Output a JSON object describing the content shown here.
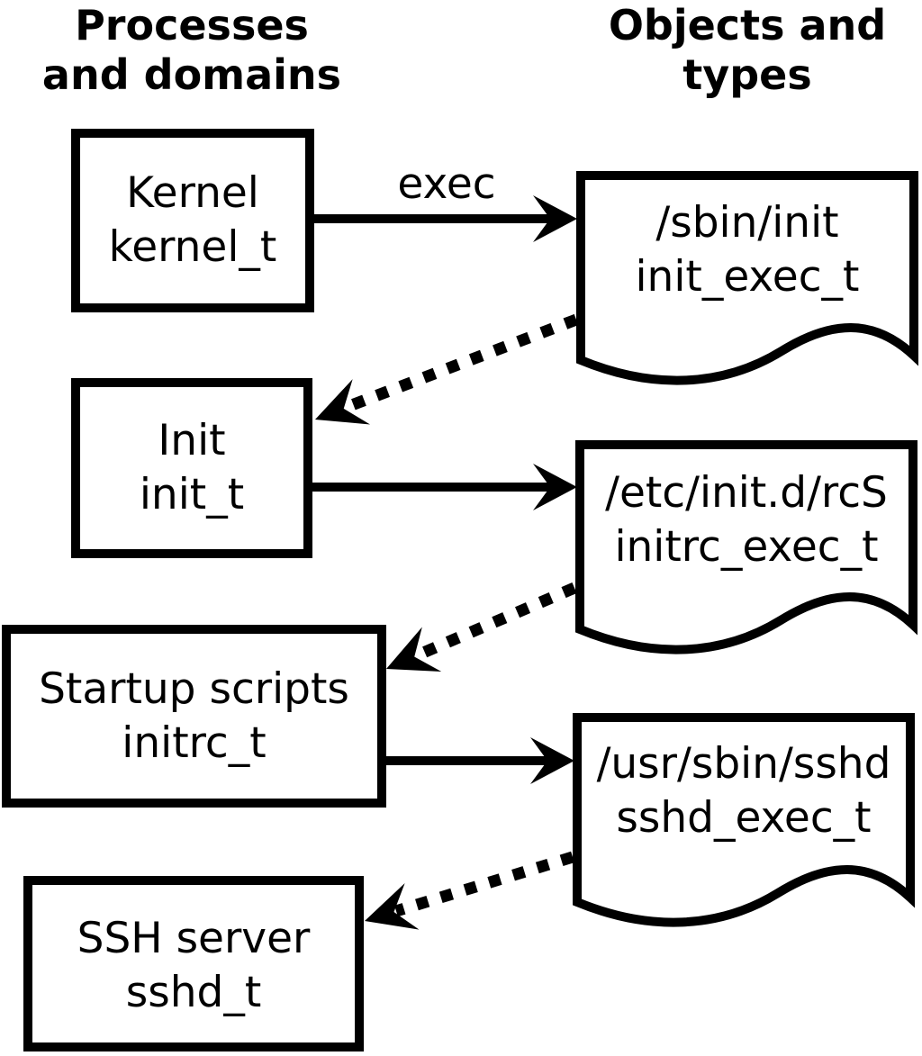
{
  "columns": {
    "left": {
      "line1": "Processes",
      "line2": "and domains"
    },
    "right": {
      "line1": "Objects and",
      "line2": "types"
    }
  },
  "process_nodes": [
    {
      "name": "Kernel",
      "domain": "kernel_t"
    },
    {
      "name": "Init",
      "domain": "init_t"
    },
    {
      "name": "Startup scripts",
      "domain": "initrc_t"
    },
    {
      "name": "SSH server",
      "domain": "sshd_t"
    }
  ],
  "object_nodes": [
    {
      "path": "/sbin/init",
      "type": "init_exec_t"
    },
    {
      "path": "/etc/init.d/rcS",
      "type": "initrc_exec_t"
    },
    {
      "path": "/usr/sbin/sshd",
      "type": "sshd_exec_t"
    }
  ],
  "edges": [
    {
      "from": "kernel_t",
      "to": "init_exec_t",
      "label": "exec",
      "style": "solid"
    },
    {
      "from": "init_exec_t",
      "to": "init_t",
      "label": "",
      "style": "dotted"
    },
    {
      "from": "init_t",
      "to": "initrc_exec_t",
      "label": "",
      "style": "solid"
    },
    {
      "from": "initrc_exec_t",
      "to": "initrc_t",
      "label": "",
      "style": "dotted"
    },
    {
      "from": "initrc_t",
      "to": "sshd_exec_t",
      "label": "",
      "style": "solid"
    },
    {
      "from": "sshd_exec_t",
      "to": "sshd_t",
      "label": "",
      "style": "dotted"
    }
  ],
  "colors": {
    "ink": "#000000",
    "background": "#ffffff"
  }
}
